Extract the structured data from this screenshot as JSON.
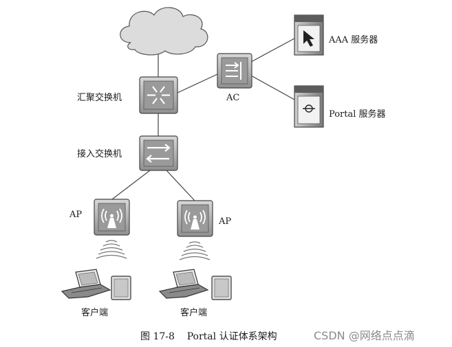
{
  "diagram": {
    "nodes": {
      "aaa_server": "AAA 服务器",
      "ac": "AC",
      "portal_server": "Portal 服务器",
      "aggregation_switch": "汇聚交换机",
      "access_switch": "接入交换机",
      "ap_left": "AP",
      "ap_right": "AP",
      "client_left": "客户端",
      "client_right": "客户端"
    },
    "caption": "图 17-8    Portal 认证体系架构",
    "watermark": "CSDN @网络点点滴"
  },
  "colors": {
    "device_face": "#bdbdbd",
    "device_dark": "#6e6e6e",
    "line": "#444444",
    "cloud": "#dcdcdc"
  }
}
